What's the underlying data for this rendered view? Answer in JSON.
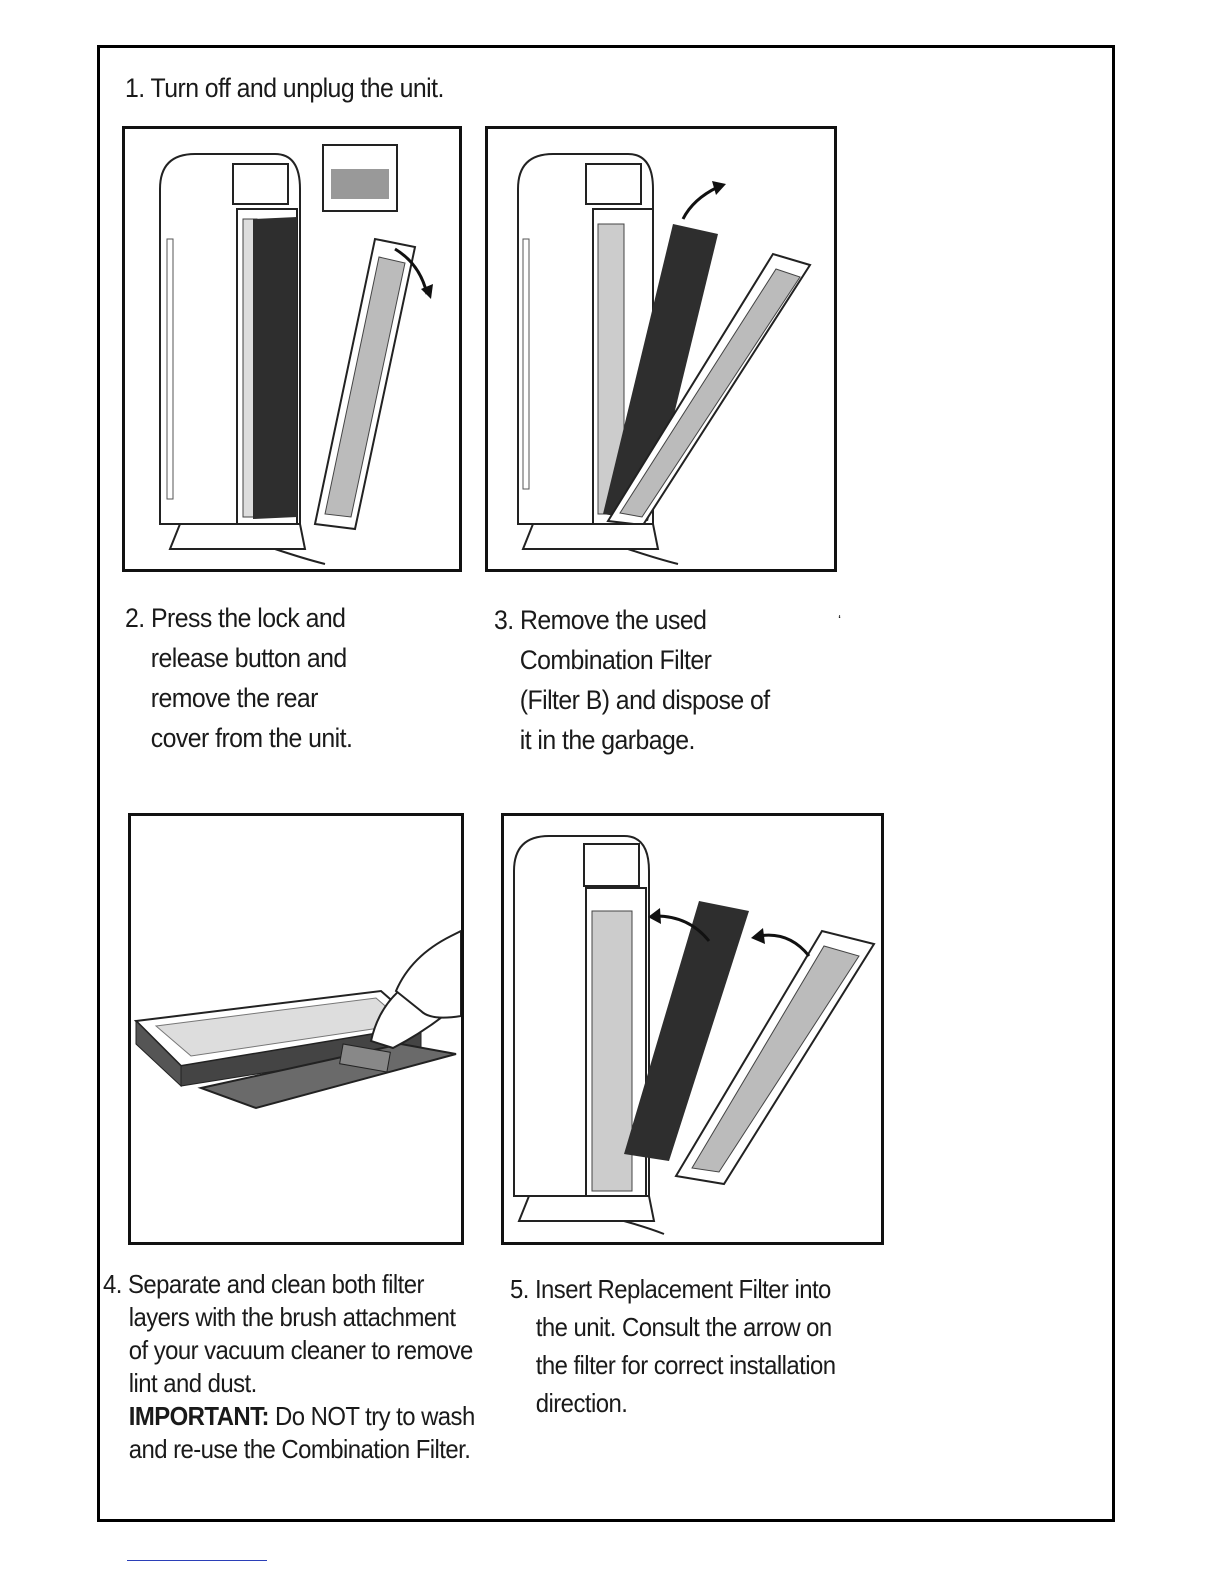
{
  "step1": {
    "text": "1. Turn off and unplug the unit."
  },
  "step2": {
    "lines": [
      "2. Press the lock and",
      "release button and",
      "remove the rear",
      "cover from the unit."
    ]
  },
  "step3": {
    "lines": [
      "3. Remove the used",
      "Combination Filter",
      "(Filter B) and dispose of",
      "it in the garbage."
    ]
  },
  "step4": {
    "lines": [
      "4. Separate and clean both filter",
      "layers with the brush attachment",
      "of your vacuum cleaner to remove",
      "lint and dust."
    ],
    "important_label": "IMPORTANT:",
    "important_rest": " Do NOT try to wash",
    "important_line2": "and re-use the Combination Filter."
  },
  "step5": {
    "lines": [
      "5. Insert Replacement Filter into",
      "the unit. Consult the arrow on",
      "the filter for correct installation",
      "direction."
    ]
  },
  "stray_mark": "ʻ",
  "colors": {
    "ink": "#1a1a1a",
    "filter_dark": "#2e2e2e",
    "footer_link": "#2b3fb8"
  }
}
